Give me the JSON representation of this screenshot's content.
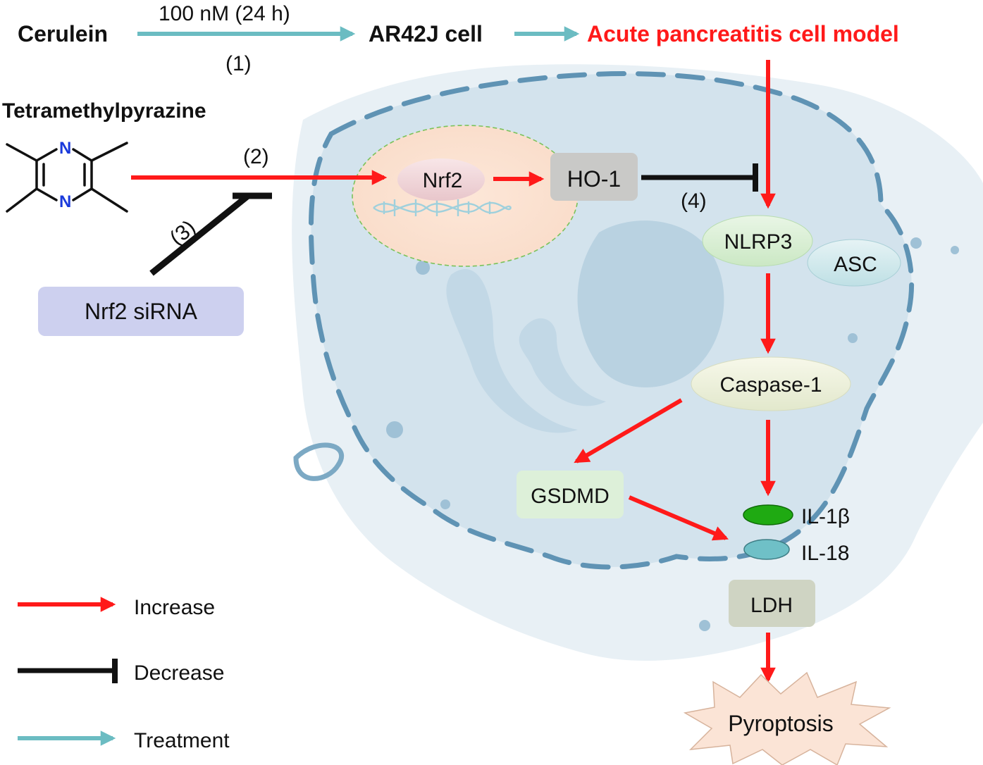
{
  "top": {
    "cerulein": "Cerulein",
    "dose": "100 nM  (24 h)",
    "step1": "(1)",
    "cell": "AR42J cell",
    "model": "Acute pancreatitis cell model"
  },
  "drug": {
    "name": "Tetramethylpyrazine",
    "n_top": "N",
    "n_bottom": "N"
  },
  "steps": {
    "step2": "(2)",
    "step3": "(3)",
    "step4": "(4)"
  },
  "nodes": {
    "sirna": "Nrf2 siRNA",
    "nrf2": "Nrf2",
    "ho1": "HO-1",
    "nlrp3": "NLRP3",
    "asc": "ASC",
    "caspase1": "Caspase-1",
    "gsdmd": "GSDMD",
    "il1b": "IL-1β",
    "il18": "IL-18",
    "ldh": "LDH",
    "pyroptosis": "Pyroptosis"
  },
  "legend": {
    "increase": "Increase",
    "decrease": "Decrease",
    "treatment": "Treatment"
  },
  "colors": {
    "increase": "#ff1a1a",
    "decrease": "#111111",
    "treatment": "#6bbcc2",
    "model_text": "#ff1a1a",
    "cell_fill": "#d6e5ee",
    "cell_border": "#5f93b4",
    "nitrogen": "#1a3adb"
  }
}
